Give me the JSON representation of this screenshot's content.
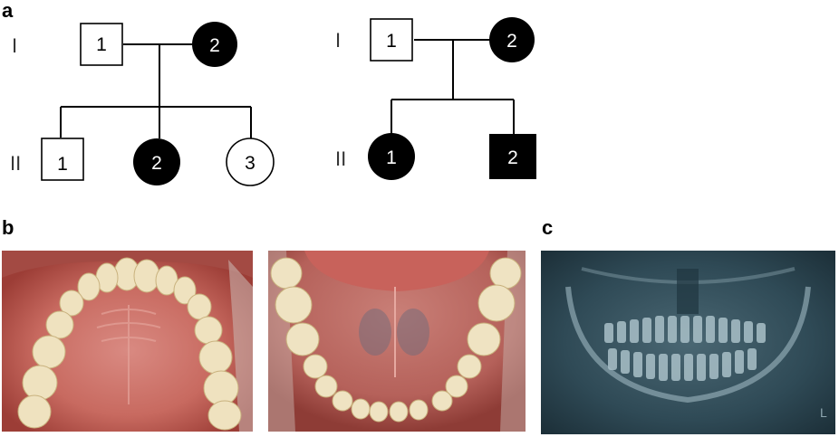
{
  "panels": {
    "a": {
      "letter": "a"
    },
    "b": {
      "letter": "b"
    },
    "c": {
      "letter": "c"
    }
  },
  "pedigree_1": {
    "gen_I": "I",
    "gen_II": "II",
    "individuals": [
      {
        "id": "1",
        "generation": "I",
        "sex": "male",
        "affected": false
      },
      {
        "id": "2",
        "generation": "I",
        "sex": "female",
        "affected": true
      },
      {
        "id": "1",
        "generation": "II",
        "sex": "male",
        "affected": false
      },
      {
        "id": "2",
        "generation": "II",
        "sex": "female",
        "affected": true
      },
      {
        "id": "3",
        "generation": "II",
        "sex": "female",
        "affected": false
      }
    ]
  },
  "pedigree_2": {
    "gen_I": "I",
    "gen_II": "II",
    "individuals": [
      {
        "id": "1",
        "generation": "I",
        "sex": "male",
        "affected": false
      },
      {
        "id": "2",
        "generation": "I",
        "sex": "female",
        "affected": true
      },
      {
        "id": "1",
        "generation": "II",
        "sex": "female",
        "affected": true
      },
      {
        "id": "2",
        "generation": "II",
        "sex": "male",
        "affected": true
      }
    ]
  },
  "xray": {
    "side_marker": "L"
  },
  "colors": {
    "affected": "#000000",
    "unaffected": "#ffffff",
    "xray_tint": "#2f4a56"
  }
}
